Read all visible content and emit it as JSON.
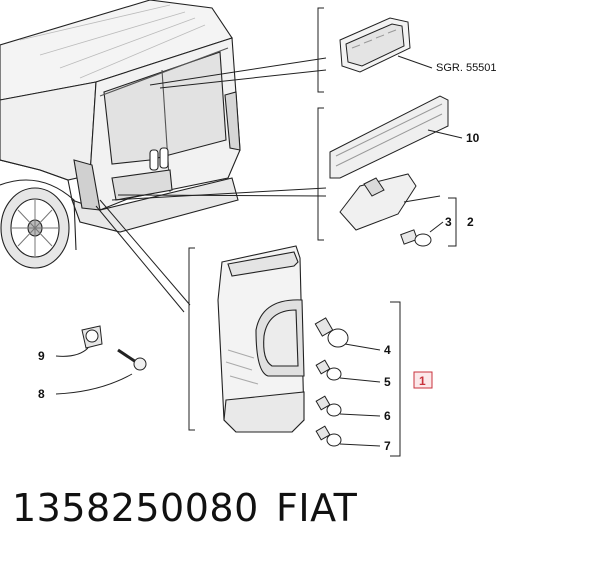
{
  "callouts": {
    "sgr": "SGR. 55501",
    "c10": "10",
    "c3": "3",
    "c2": "2",
    "c4": "4",
    "c5": "5",
    "c6": "6",
    "c7": "7",
    "c1": "1",
    "c9": "9",
    "c8": "8"
  },
  "footer": {
    "part_number": "1358250080",
    "brand": "FIAT"
  },
  "colors": {
    "highlight_box": "#c8323c",
    "line": "#222222"
  }
}
